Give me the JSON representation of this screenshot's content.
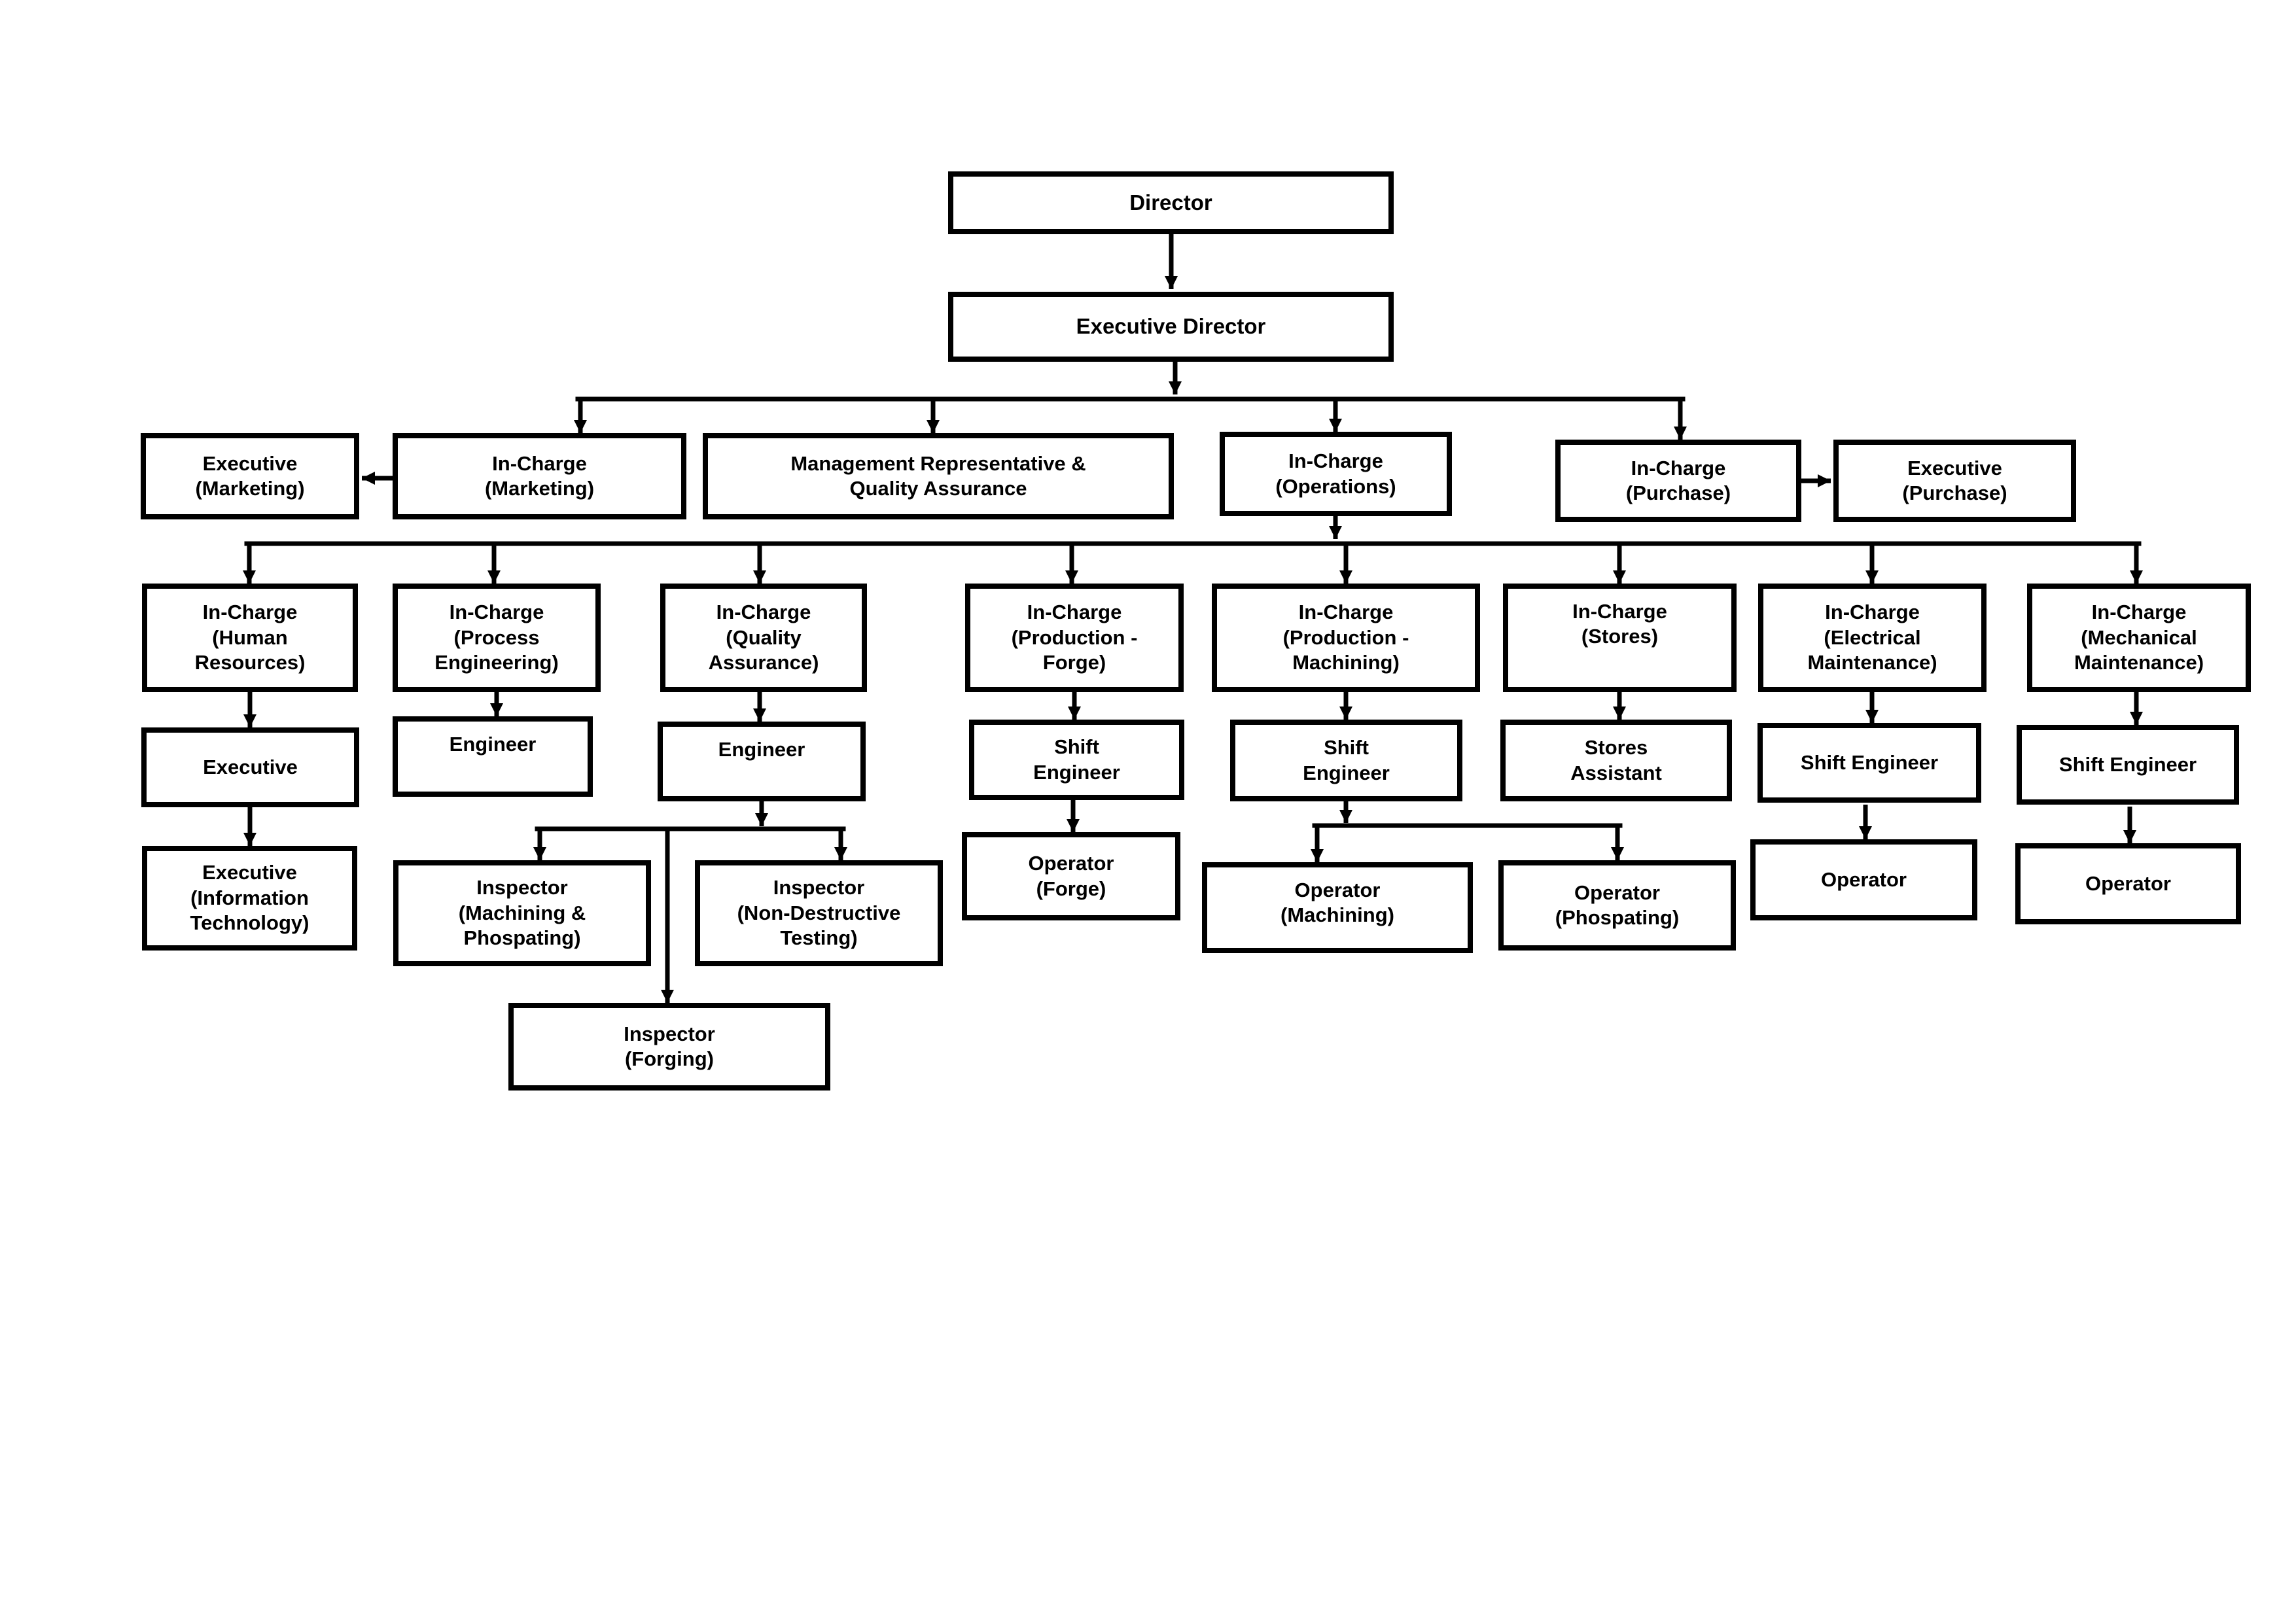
{
  "diagram": {
    "type": "org-chart",
    "background_color": "#ffffff",
    "box_border_color": "#000000",
    "box_fill_color": "#ffffff",
    "line_color": "#000000",
    "text_color": "#000000"
  },
  "nodes": {
    "director": {
      "label": "Director"
    },
    "executive-director": {
      "label": "Executive Director"
    },
    "executive-marketing": {
      "label": "Executive\n(Marketing)"
    },
    "incharge-marketing": {
      "label": "In-Charge\n(Marketing)"
    },
    "management-rep-qa": {
      "label": "Management Representative &\nQuality Assurance"
    },
    "incharge-operations": {
      "label": "In-Charge\n(Operations)"
    },
    "incharge-purchase": {
      "label": "In-Charge\n(Purchase)"
    },
    "executive-purchase": {
      "label": "Executive\n(Purchase)"
    },
    "incharge-hr": {
      "label": "In-Charge\n(Human\nResources)"
    },
    "incharge-process": {
      "label": "In-Charge\n(Process\nEngineering)"
    },
    "incharge-qa": {
      "label": "In-Charge\n(Quality\nAssurance)"
    },
    "incharge-prod-forge": {
      "label": "In-Charge\n(Production -\nForge)"
    },
    "incharge-prod-machining": {
      "label": "In-Charge\n(Production -\nMachining)"
    },
    "incharge-stores": {
      "label": "In-Charge\n(Stores)"
    },
    "incharge-electrical": {
      "label": "In-Charge\n(Electrical\nMaintenance)"
    },
    "incharge-mechanical": {
      "label": "In-Charge\n(Mechanical\nMaintenance)"
    },
    "executive-hr": {
      "label": "Executive"
    },
    "engineer-process": {
      "label": "Engineer"
    },
    "engineer-qa": {
      "label": "Engineer"
    },
    "shift-engineer-forge": {
      "label": "Shift\nEngineer"
    },
    "shift-engineer-machining": {
      "label": "Shift\nEngineer"
    },
    "stores-assistant": {
      "label": "Stores\nAssistant"
    },
    "shift-engineer-electrical": {
      "label": "Shift Engineer"
    },
    "shift-engineer-mechanical": {
      "label": "Shift Engineer"
    },
    "executive-it": {
      "label": "Executive\n(Information\nTechnology)"
    },
    "inspector-machining-phospating": {
      "label": "Inspector\n(Machining &\nPhospating)"
    },
    "inspector-ndt": {
      "label": "Inspector\n(Non-Destructive\nTesting)"
    },
    "operator-forge": {
      "label": "Operator\n(Forge)"
    },
    "operator-machining": {
      "label": "Operator\n(Machining)"
    },
    "operator-phospating": {
      "label": "Operator\n(Phospating)"
    },
    "operator-electrical": {
      "label": "Operator"
    },
    "operator-mechanical": {
      "label": "Operator"
    },
    "inspector-forging": {
      "label": "Inspector\n(Forging)"
    }
  },
  "edges": [
    {
      "from": "director",
      "to": "executive-director"
    },
    {
      "from": "executive-director",
      "to": "incharge-marketing"
    },
    {
      "from": "executive-director",
      "to": "management-rep-qa"
    },
    {
      "from": "executive-director",
      "to": "incharge-operations"
    },
    {
      "from": "executive-director",
      "to": "incharge-purchase"
    },
    {
      "from": "incharge-marketing",
      "to": "executive-marketing"
    },
    {
      "from": "incharge-purchase",
      "to": "executive-purchase"
    },
    {
      "from": "incharge-operations",
      "to": "incharge-hr"
    },
    {
      "from": "incharge-operations",
      "to": "incharge-process"
    },
    {
      "from": "incharge-operations",
      "to": "incharge-qa"
    },
    {
      "from": "incharge-operations",
      "to": "incharge-prod-forge"
    },
    {
      "from": "incharge-operations",
      "to": "incharge-prod-machining"
    },
    {
      "from": "incharge-operations",
      "to": "incharge-stores"
    },
    {
      "from": "incharge-operations",
      "to": "incharge-electrical"
    },
    {
      "from": "incharge-operations",
      "to": "incharge-mechanical"
    },
    {
      "from": "incharge-hr",
      "to": "executive-hr"
    },
    {
      "from": "executive-hr",
      "to": "executive-it"
    },
    {
      "from": "incharge-process",
      "to": "engineer-process"
    },
    {
      "from": "incharge-qa",
      "to": "engineer-qa"
    },
    {
      "from": "engineer-qa",
      "to": "inspector-machining-phospating"
    },
    {
      "from": "engineer-qa",
      "to": "inspector-ndt"
    },
    {
      "from": "engineer-qa",
      "to": "inspector-forging"
    },
    {
      "from": "incharge-prod-forge",
      "to": "shift-engineer-forge"
    },
    {
      "from": "shift-engineer-forge",
      "to": "operator-forge"
    },
    {
      "from": "incharge-prod-machining",
      "to": "shift-engineer-machining"
    },
    {
      "from": "shift-engineer-machining",
      "to": "operator-machining"
    },
    {
      "from": "shift-engineer-machining",
      "to": "operator-phospating"
    },
    {
      "from": "incharge-stores",
      "to": "stores-assistant"
    },
    {
      "from": "incharge-electrical",
      "to": "shift-engineer-electrical"
    },
    {
      "from": "shift-engineer-electrical",
      "to": "operator-electrical"
    },
    {
      "from": "incharge-mechanical",
      "to": "shift-engineer-mechanical"
    },
    {
      "from": "shift-engineer-mechanical",
      "to": "operator-mechanical"
    }
  ]
}
